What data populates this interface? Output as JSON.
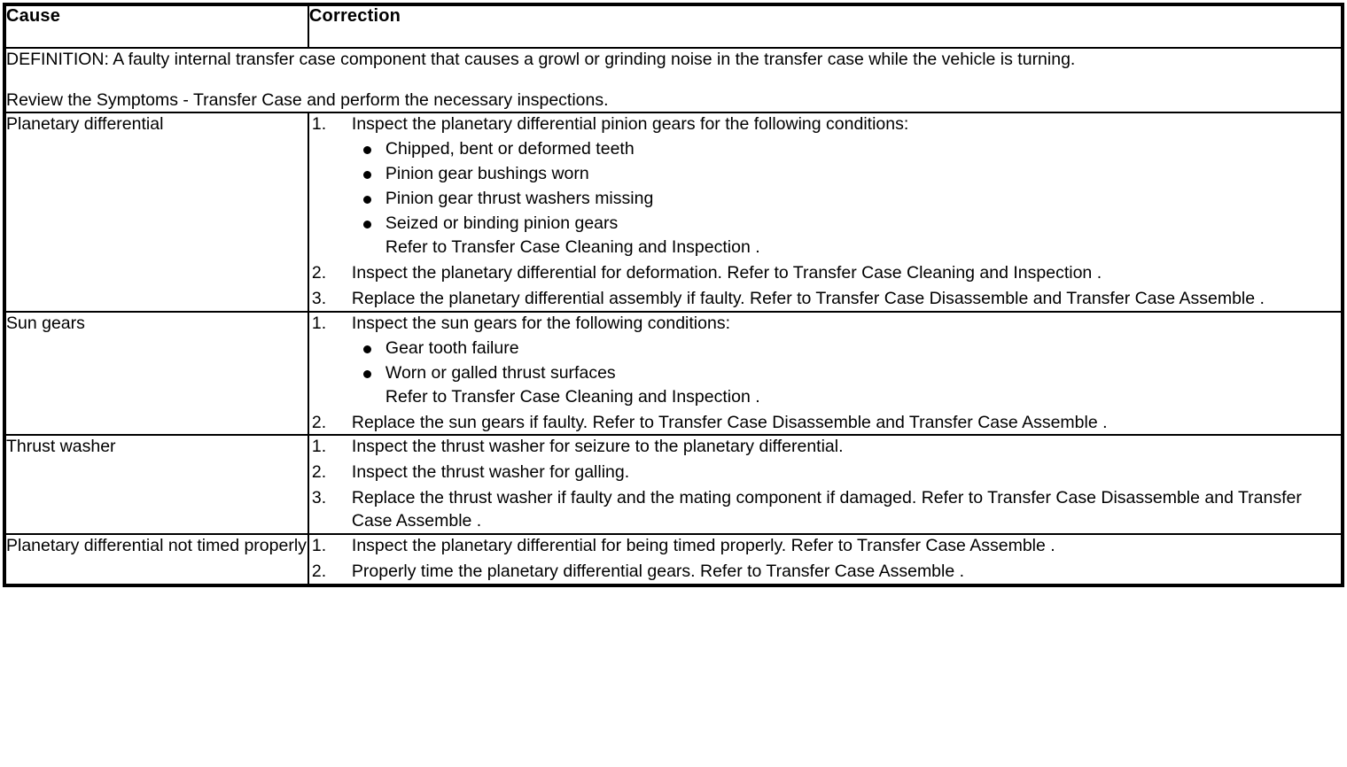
{
  "table": {
    "headers": {
      "cause": "Cause",
      "correction": "Correction"
    },
    "definition": {
      "line1": "DEFINITION: A faulty internal transfer case component that causes a growl or grinding noise in the transfer case while the vehicle is turning.",
      "line2": "Review the Symptoms - Transfer Case and perform the necessary inspections."
    },
    "rows": [
      {
        "cause": "Planetary differential",
        "steps": [
          {
            "num": "1.",
            "text": "Inspect the planetary differential pinion gears for the following conditions:",
            "conditions": [
              "Chipped, bent or deformed teeth",
              "Pinion gear bushings worn",
              "Pinion gear thrust washers missing",
              "Seized or binding pinion gears"
            ],
            "conditions_ref": "Refer to Transfer Case Cleaning and Inspection ."
          },
          {
            "num": "2.",
            "text": "Inspect the planetary differential for deformation. Refer to Transfer Case Cleaning and Inspection ."
          },
          {
            "num": "3.",
            "text": "Replace the planetary differential assembly if faulty. Refer to Transfer Case Disassemble and Transfer Case Assemble ."
          }
        ]
      },
      {
        "cause": "Sun gears",
        "steps": [
          {
            "num": "1.",
            "text": "Inspect the sun gears for the following conditions:",
            "conditions": [
              "Gear tooth failure",
              "Worn or galled thrust surfaces"
            ],
            "conditions_ref": "Refer to Transfer Case Cleaning and Inspection ."
          },
          {
            "num": "2.",
            "text": "Replace the sun gears if faulty. Refer to Transfer Case Disassemble and Transfer Case Assemble ."
          }
        ]
      },
      {
        "cause": "Thrust washer",
        "steps": [
          {
            "num": "1.",
            "text": "Inspect the thrust washer for seizure to the planetary differential."
          },
          {
            "num": "2.",
            "text": "Inspect the thrust washer for galling."
          },
          {
            "num": "3.",
            "text": "Replace the thrust washer if faulty and the mating component if damaged. Refer to Transfer Case Disassemble and Transfer Case Assemble ."
          }
        ]
      },
      {
        "cause": "Planetary differential not timed properly",
        "steps": [
          {
            "num": "1.",
            "text": "Inspect the planetary differential for being timed properly. Refer to Transfer Case Assemble ."
          },
          {
            "num": "2.",
            "text": "Properly time the planetary differential gears. Refer to Transfer Case Assemble ."
          }
        ]
      }
    ]
  }
}
